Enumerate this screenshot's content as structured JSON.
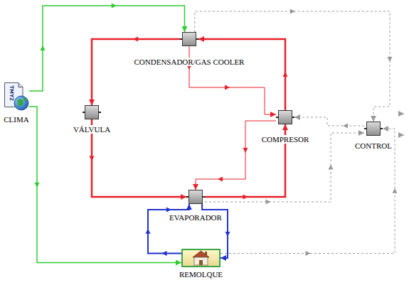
{
  "diagram": {
    "nodes": [
      {
        "text": [
          "CONDENSADOR/GAS COOLER"
        ]
      },
      {
        "text": [
          "CLIMA"
        ]
      },
      {
        "text": [
          "VÁLVULA"
        ]
      },
      {
        "text": [
          "COMPRESOR"
        ]
      },
      {
        "text": [
          "CONTROL"
        ]
      },
      {
        "text": [
          "EVAPORADOR"
        ]
      },
      {
        "text": [
          "REMOLQUE"
        ]
      }
    ],
    "edges": [
      {
        "from": 3,
        "to": 0,
        "arrow": "to"
      },
      {
        "from": 0,
        "to": 2,
        "arrow": "to"
      },
      {
        "from": 2,
        "to": 5,
        "arrow": "to"
      },
      {
        "from": 5,
        "to": 3,
        "arrow": "to"
      },
      {
        "from": 0,
        "to": 3,
        "arrow": "to"
      },
      {
        "from": 3,
        "to": 5,
        "arrow": "to"
      },
      {
        "from": 6,
        "to": 5,
        "arrow": "to"
      },
      {
        "from": 5,
        "to": 6,
        "arrow": "to"
      },
      {
        "from": 1,
        "to": 0,
        "arrow": "to"
      },
      {
        "from": 1,
        "to": 6,
        "arrow": "to"
      },
      {
        "from": 4,
        "to": 3,
        "arrow": "to"
      },
      {
        "from": 0,
        "to": 4,
        "arrow": "to"
      },
      {
        "from": 5,
        "to": 4,
        "arrow": "to"
      },
      {
        "from": 6,
        "to": 4,
        "arrow": "to"
      }
    ],
    "labels": [
      "TMY2"
    ]
  }
}
